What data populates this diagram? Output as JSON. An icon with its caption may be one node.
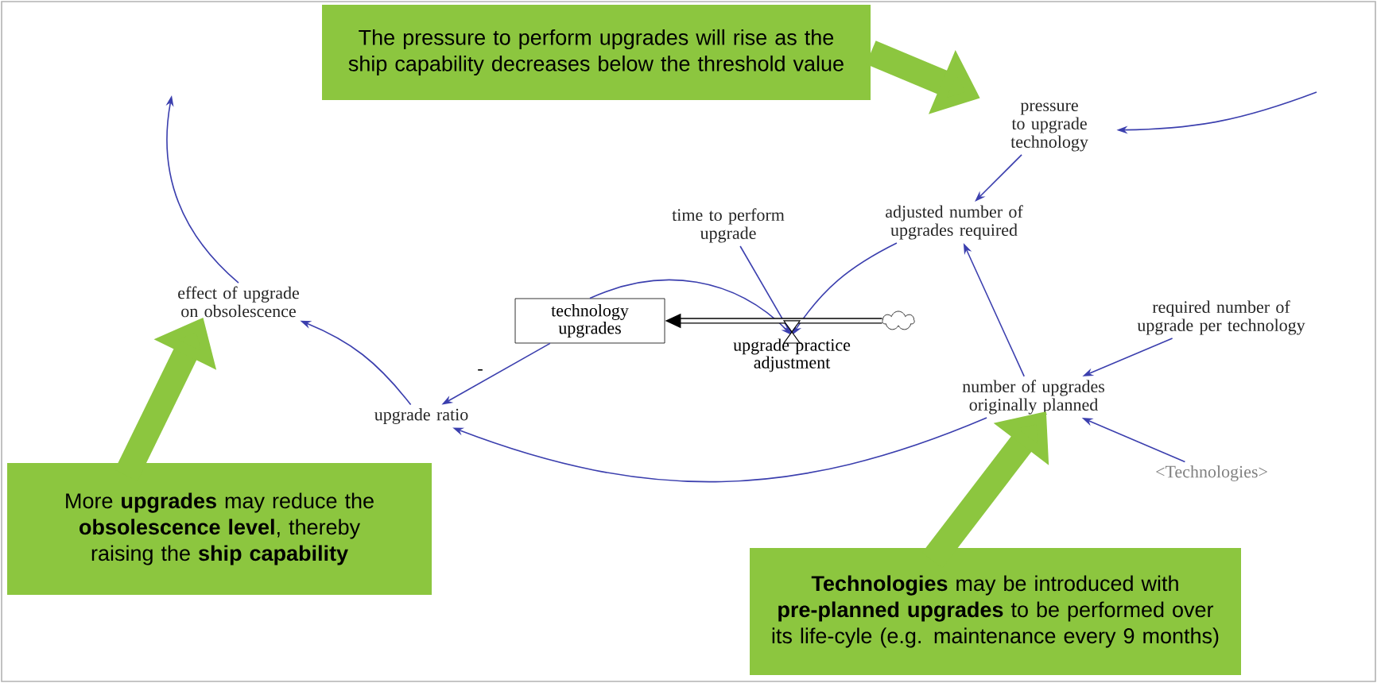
{
  "diagram": {
    "nodes": [
      {
        "text": [
          "The pressure to perform upgrades will rise as the ship capability decreases below the threshold value"
        ]
      },
      {
        "text": [
          "pressure to upgrade technology"
        ]
      },
      {
        "text": [
          "adjusted number of upgrades required"
        ]
      },
      {
        "text": [
          "time to perform upgrade"
        ]
      },
      {
        "text": [
          "technology upgrades"
        ]
      },
      {
        "text": [
          "upgrade practice adjustment"
        ]
      },
      {
        "text": [],
        "shape": "cloud"
      },
      {
        "text": [
          "effect of upgrade on obsolescence"
        ]
      },
      {
        "text": [
          "upgrade ratio"
        ]
      },
      {
        "text": [
          "required number of upgrade per technology"
        ]
      },
      {
        "text": [
          "number of upgrades originally planned"
        ]
      },
      {
        "text": [
          "<Technologies>"
        ]
      },
      {
        "text": [
          "More **upgrades** may reduce the **obsolescence level**, thereby raising the **ship capability**"
        ]
      },
      {
        "text": [
          "**Technologies** may be introduced with **pre-planned upgrades** to be performed over its life-cyle (e.g. maintenance every 9 months)"
        ]
      }
    ],
    "edges": [
      {
        "from": 0,
        "to": 1,
        "arrow": "to",
        "style": "thick",
        "color": "#8cc63f"
      },
      {
        "from": null,
        "to": 1,
        "arrow": "to"
      },
      {
        "from": 1,
        "to": 2,
        "arrow": "to"
      },
      {
        "from": 3,
        "to": 5,
        "arrow": "to"
      },
      {
        "from": 2,
        "to": 5,
        "arrow": "to"
      },
      {
        "from": 4,
        "to": 5,
        "arrow": "to"
      },
      {
        "from": 6,
        "to": 4,
        "arrow": "to",
        "style": "thick",
        "color": "#000000"
      },
      {
        "from": 4,
        "to": 8,
        "arrow": "to",
        "label": "-"
      },
      {
        "from": 8,
        "to": 7,
        "arrow": "to"
      },
      {
        "from": 7,
        "to": null,
        "arrow": "to"
      },
      {
        "from": 10,
        "to": 2,
        "arrow": "to"
      },
      {
        "from": 9,
        "to": 10,
        "arrow": "to"
      },
      {
        "from": 11,
        "to": 10,
        "arrow": "to"
      },
      {
        "from": 10,
        "to": 8,
        "arrow": "to"
      },
      {
        "from": 12,
        "to": 7,
        "arrow": "to",
        "style": "thick",
        "color": "#8cc63f"
      },
      {
        "from": 13,
        "to": 10,
        "arrow": "to",
        "style": "thick",
        "color": "#8cc63f"
      }
    ]
  }
}
